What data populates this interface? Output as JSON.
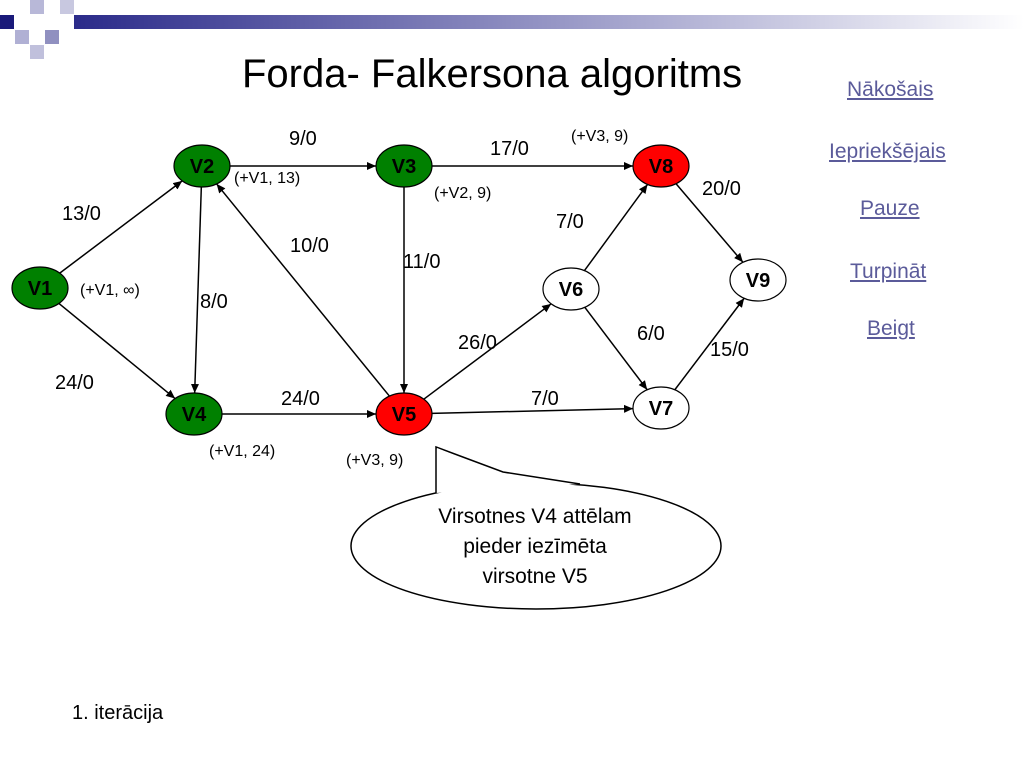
{
  "title": "Forda- Falkersona algoritms",
  "nav": {
    "next": "Nākošais",
    "previous": "Iepriekšējais",
    "pause": "Pauze ",
    "continue": "Turpināt ",
    "end": "Beigt"
  },
  "nodes": {
    "V1": {
      "label": "V1",
      "color": "#008000"
    },
    "V2": {
      "label": "V2",
      "color": "#008000"
    },
    "V3": {
      "label": "V3",
      "color": "#008000"
    },
    "V4": {
      "label": "V4",
      "color": "#008000"
    },
    "V5": {
      "label": "V5",
      "color": "#ff0000"
    },
    "V6": {
      "label": "V6",
      "color": "#ffffff"
    },
    "V7": {
      "label": "V7",
      "color": "#ffffff"
    },
    "V8": {
      "label": "V8",
      "color": "#ff0000"
    },
    "V9": {
      "label": "V9",
      "color": "#ffffff"
    }
  },
  "edges": [
    {
      "from": "V1",
      "to": "V2",
      "label": "13/0"
    },
    {
      "from": "V1",
      "to": "V4",
      "label": "24/0"
    },
    {
      "from": "V2",
      "to": "V3",
      "label": "9/0"
    },
    {
      "from": "V2",
      "to": "V4",
      "label": "8/0"
    },
    {
      "from": "V5",
      "to": "V2",
      "label": "10/0"
    },
    {
      "from": "V3",
      "to": "V8",
      "label": "17/0"
    },
    {
      "from": "V3",
      "to": "V5",
      "label": "11/0"
    },
    {
      "from": "V4",
      "to": "V5",
      "label": "24/0"
    },
    {
      "from": "V5",
      "to": "V6",
      "label": "26/0"
    },
    {
      "from": "V5",
      "to": "V7",
      "label": "7/0"
    },
    {
      "from": "V6",
      "to": "V8",
      "label": "7/0"
    },
    {
      "from": "V6",
      "to": "V7",
      "label": "6/0"
    },
    {
      "from": "V8",
      "to": "V9",
      "label": "20/0"
    },
    {
      "from": "V7",
      "to": "V9",
      "label": "15/0"
    }
  ],
  "marks": {
    "V1": "(+V1, ∞)",
    "V2": "(+V1, 13)",
    "V3": "(+V2, 9)",
    "V4": "(+V1, 24)",
    "V5": "(+V3, 9)",
    "V8": "(+V3, 9)"
  },
  "callout": {
    "line1": "Virsotnes V4 attēlam",
    "line2": "pieder iezīmēta",
    "line3": "virsotne V5"
  },
  "iteration": "1. iterācija"
}
